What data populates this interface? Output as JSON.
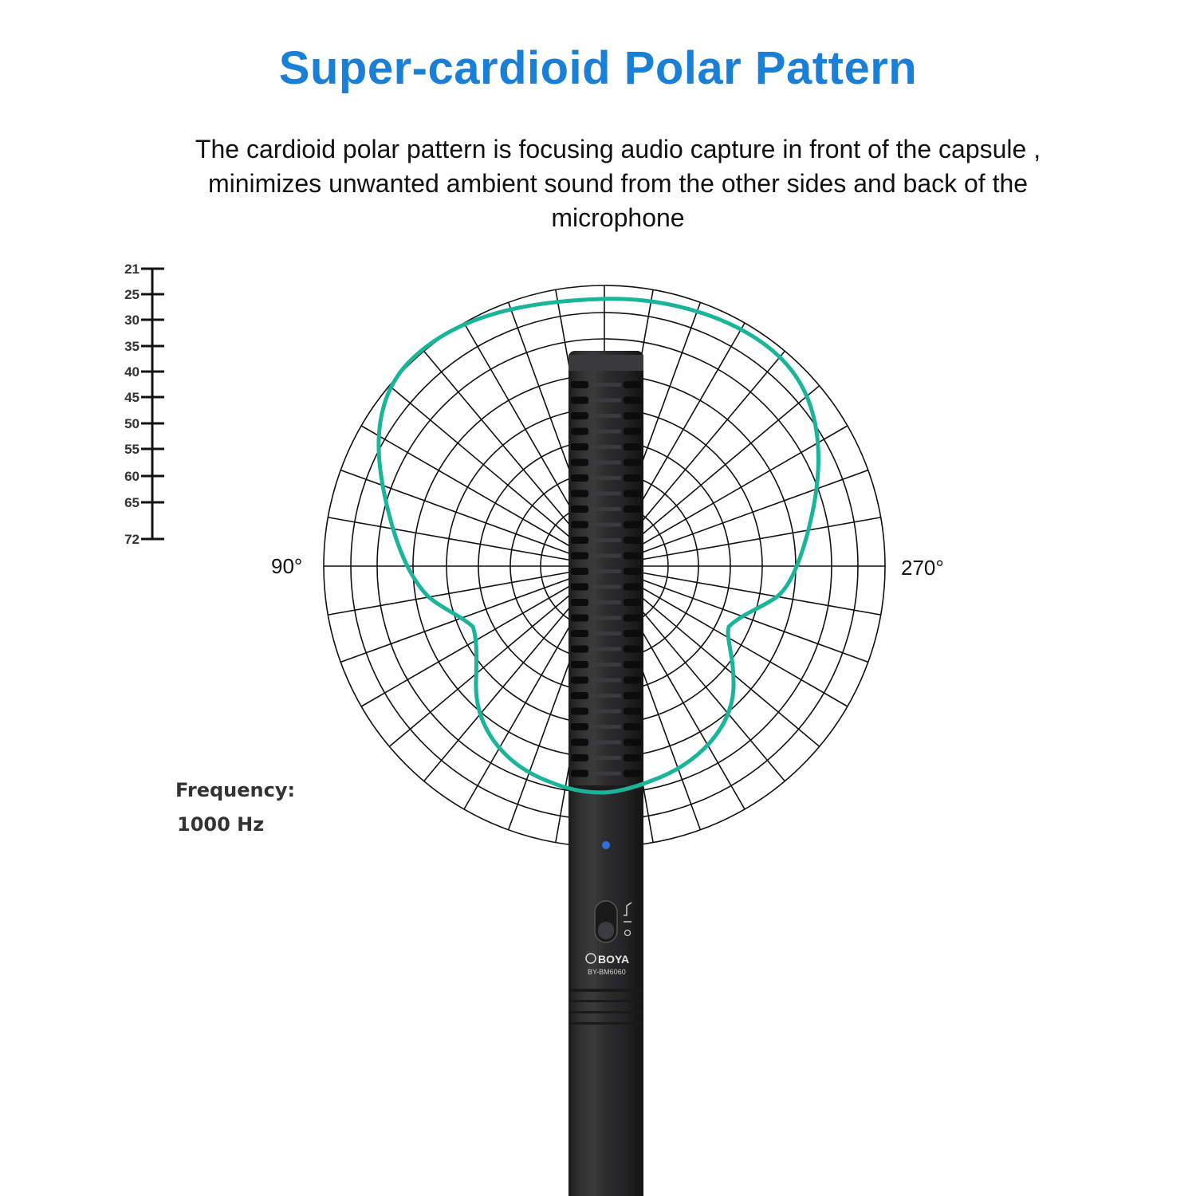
{
  "title": "Super-cardioid Polar Pattern",
  "title_color": "#1a7fd6",
  "description": "The cardioid polar pattern is focusing audio capture in front of the capsule , minimizes unwanted ambient sound from the other sides and back of the microphone",
  "polar": {
    "left_angle_label": "90°",
    "right_angle_label": "270°",
    "pattern_color": "#19b59a",
    "spokes": 36
  },
  "scale": {
    "ticks": [
      "21",
      "25",
      "30",
      "35",
      "40",
      "45",
      "50",
      "55",
      "60",
      "65",
      "72"
    ]
  },
  "frequency": {
    "label": "Frequency:",
    "value": "1000 Hz"
  },
  "microphone": {
    "brand": "BOYA",
    "model": "BY-BM6060",
    "led_color": "#2f6fd8"
  }
}
